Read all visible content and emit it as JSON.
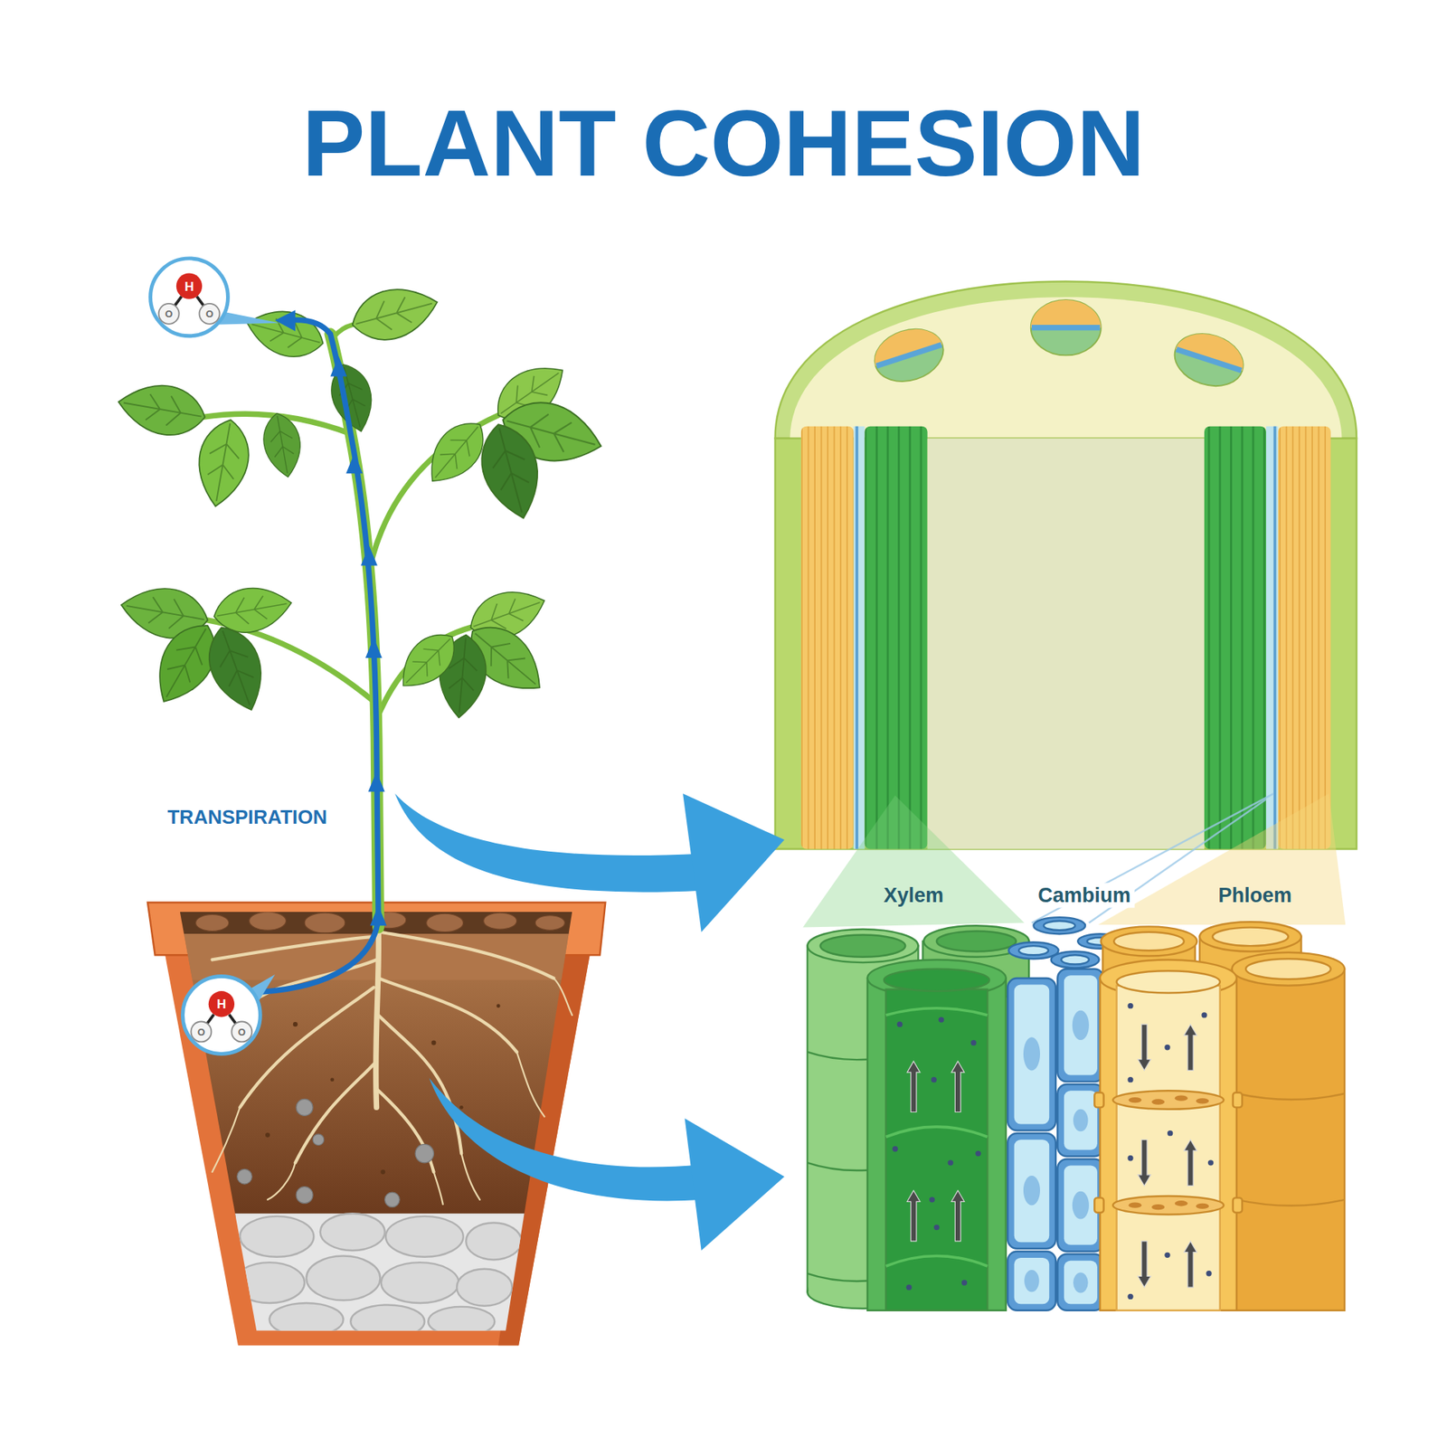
{
  "diagram": {
    "title": "PLANT COHESION",
    "labels": [
      "H",
      "O",
      "O",
      "TRANSPIRATION",
      "Xylem",
      "Cambium",
      "Phloem",
      "H",
      "O",
      "O"
    ]
  }
}
